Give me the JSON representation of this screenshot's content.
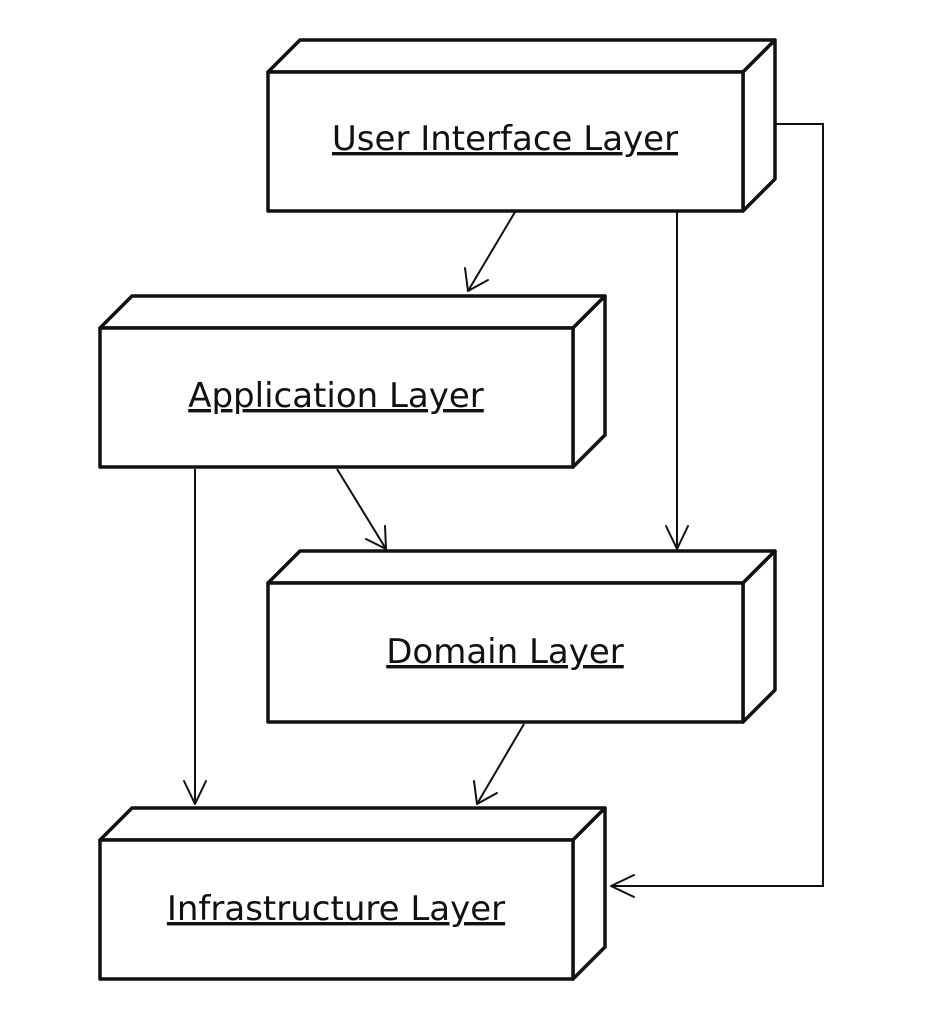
{
  "diagram": {
    "layers": [
      {
        "id": "ui",
        "label": "User Interface Layer"
      },
      {
        "id": "app",
        "label": "Application Layer"
      },
      {
        "id": "domain",
        "label": "Domain Layer"
      },
      {
        "id": "infra",
        "label": "Infrastructure Layer"
      }
    ],
    "dependencies": [
      {
        "from": "User Interface Layer",
        "to": "Application Layer"
      },
      {
        "from": "User Interface Layer",
        "to": "Domain Layer"
      },
      {
        "from": "User Interface Layer",
        "to": "Infrastructure Layer"
      },
      {
        "from": "Application Layer",
        "to": "Domain Layer"
      },
      {
        "from": "Application Layer",
        "to": "Infrastructure Layer"
      },
      {
        "from": "Domain Layer",
        "to": "Infrastructure Layer"
      }
    ],
    "colors": {
      "stroke": "#111111",
      "background": "#ffffff"
    }
  }
}
